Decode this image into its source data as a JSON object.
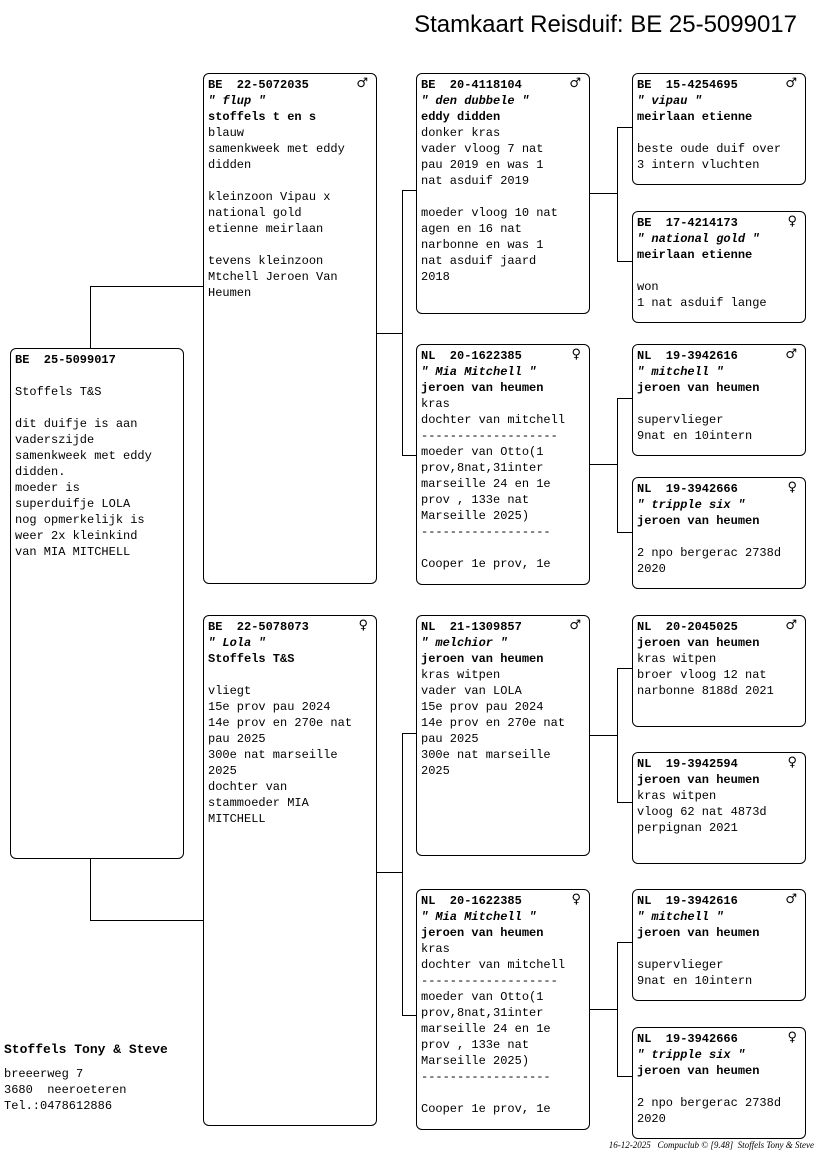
{
  "title": "Stamkaart Reisduif: BE  25-5099017",
  "subject": {
    "ring": "BE  25-5099017",
    "lines": [
      "",
      "Stoffels T&S",
      "",
      "dit duifje is aan",
      "vaderszijde",
      "samenkweek met eddy",
      "didden.",
      "moeder is",
      "superduifje LOLA",
      "nog opmerkelijk is",
      "weer 2x kleinkind",
      "van MIA MITCHELL"
    ]
  },
  "father": {
    "ring": "BE  22-5072035",
    "sex": "♂",
    "name": "\" flup \"",
    "owner": "stoffels t en s",
    "lines": [
      "blauw",
      "samenkweek met eddy",
      "didden",
      "",
      "kleinzoon Vipau x",
      "national gold",
      "etienne meirlaan",
      "",
      "tevens kleinzoon",
      "Mtchell Jeroen Van",
      "Heumen"
    ]
  },
  "mother": {
    "ring": "BE  22-5078073",
    "sex": "♀",
    "name": "\" Lola \"",
    "owner": "Stoffels T&S",
    "lines": [
      "",
      "vliegt",
      "15e prov pau 2024",
      "14e prov en 270e nat",
      "pau 2025",
      "300e nat marseille",
      "2025",
      "dochter van",
      "stammoeder MIA",
      "MITCHELL"
    ]
  },
  "ff": {
    "ring": "BE  20-4118104",
    "sex": "♂",
    "name": "\" den dubbele \"",
    "owner": "eddy didden",
    "lines": [
      "donker kras",
      "vader vloog 7 nat",
      "pau 2019 en was 1",
      "nat asduif 2019",
      "",
      "moeder vloog 10 nat",
      "agen en 16 nat",
      "narbonne en was 1",
      "nat asduif jaard",
      "2018"
    ]
  },
  "fm": {
    "ring": "NL  20-1622385",
    "sex": "♀",
    "name": "\" Mia Mitchell \"",
    "owner": "jeroen van heumen",
    "lines": [
      "kras",
      "dochter van mitchell",
      "-------------------",
      "moeder van Otto(1",
      "prov,8nat,31inter",
      "marseille 24 en 1e",
      "prov , 133e nat",
      "Marseille 2025)",
      "------------------",
      "",
      "Cooper 1e prov, 1e"
    ]
  },
  "mf": {
    "ring": "NL  21-1309857",
    "sex": "♂",
    "name": "\" melchior \"",
    "owner": "jeroen van heumen",
    "lines": [
      "kras witpen",
      "vader van LOLA",
      "15e prov pau 2024",
      "14e prov en 270e nat",
      "pau 2025",
      "300e nat marseille",
      "2025"
    ]
  },
  "mm": {
    "ring": "NL  20-1622385",
    "sex": "♀",
    "name": "\" Mia Mitchell \"",
    "owner": "jeroen van heumen",
    "lines": [
      "kras",
      "dochter van mitchell",
      "-------------------",
      "moeder van Otto(1",
      "prov,8nat,31inter",
      "marseille 24 en 1e",
      "prov , 133e nat",
      "Marseille 2025)",
      "------------------",
      "",
      "Cooper 1e prov, 1e"
    ]
  },
  "fff": {
    "ring": "BE  15-4254695",
    "sex": "♂",
    "name": "\" vipau \"",
    "owner": "meirlaan etienne",
    "lines": [
      "",
      "beste oude duif over",
      "3 intern vluchten"
    ]
  },
  "ffm": {
    "ring": "BE  17-4214173",
    "sex": "♀",
    "name": "\" national gold \"",
    "owner": "meirlaan etienne",
    "lines": [
      "",
      "won",
      "1 nat asduif lange"
    ]
  },
  "fmf": {
    "ring": "NL  19-3942616",
    "sex": "♂",
    "name": "\" mitchell \"",
    "owner": "jeroen van heumen",
    "lines": [
      "",
      "supervlieger",
      "9nat en 10intern"
    ]
  },
  "fmm": {
    "ring": "NL  19-3942666",
    "sex": "♀",
    "name": "\" tripple six \"",
    "owner": "jeroen van heumen",
    "lines": [
      "",
      "2 npo bergerac 2738d",
      "2020"
    ]
  },
  "mff": {
    "ring": "NL  20-2045025",
    "sex": "♂",
    "name": "",
    "owner": "jeroen van heumen",
    "lines": [
      "kras witpen",
      "broer vloog 12 nat",
      "narbonne 8188d 2021"
    ]
  },
  "mfm": {
    "ring": "NL  19-3942594",
    "sex": "♀",
    "name": "",
    "owner": "jeroen van heumen",
    "lines": [
      "kras witpen",
      "vloog 62 nat 4873d",
      "perpignan 2021"
    ]
  },
  "mmf": {
    "ring": "NL  19-3942616",
    "sex": "♂",
    "name": "\" mitchell \"",
    "owner": "jeroen van heumen",
    "lines": [
      "",
      "supervlieger",
      "9nat en 10intern"
    ]
  },
  "mmm": {
    "ring": "NL  19-3942666",
    "sex": "♀",
    "name": "\" tripple six \"",
    "owner": "jeroen van heumen",
    "lines": [
      "",
      "2 npo bergerac 2738d",
      "2020"
    ]
  },
  "breeder": {
    "name": "Stoffels Tony & Steve",
    "street": "breeerweg 7",
    "city": "3680  neeroeteren",
    "phone": "Tel.:0478612886"
  },
  "footer": "16-12-2025   Compuclub © [9.48]  Stoffels Tony & Steve"
}
